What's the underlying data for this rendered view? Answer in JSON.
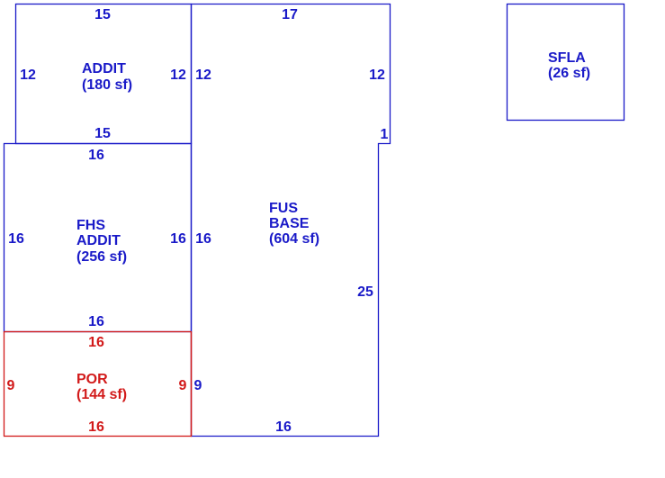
{
  "colors": {
    "blue": "#1a1ac8",
    "red": "#d21a1a"
  },
  "areas": {
    "addit": {
      "line1": "ADDIT",
      "line2": "(180 sf)",
      "dims": {
        "top": "15",
        "left": "12",
        "right": "12",
        "bottom": "15"
      }
    },
    "fus_base": {
      "line1": "FUS",
      "line2": "BASE",
      "line3": "(604 sf)",
      "dims": {
        "top": "17",
        "left_upper": "12",
        "right_upper": "12",
        "notch": "1",
        "left_mid": "16",
        "right_lower": "25",
        "left_lower": "9",
        "bottom": "16"
      }
    },
    "fhs_addit": {
      "line1": "FHS",
      "line2": "ADDIT",
      "line3": "(256 sf)",
      "dims": {
        "top": "16",
        "left": "16",
        "right": "16",
        "bottom": "16"
      }
    },
    "por": {
      "line1": "POR",
      "line2": "(144 sf)",
      "dims": {
        "top": "16",
        "left": "9",
        "right": "9",
        "bottom": "16"
      }
    },
    "sfla": {
      "line1": "SFLA",
      "line2": "(26 sf)"
    }
  }
}
